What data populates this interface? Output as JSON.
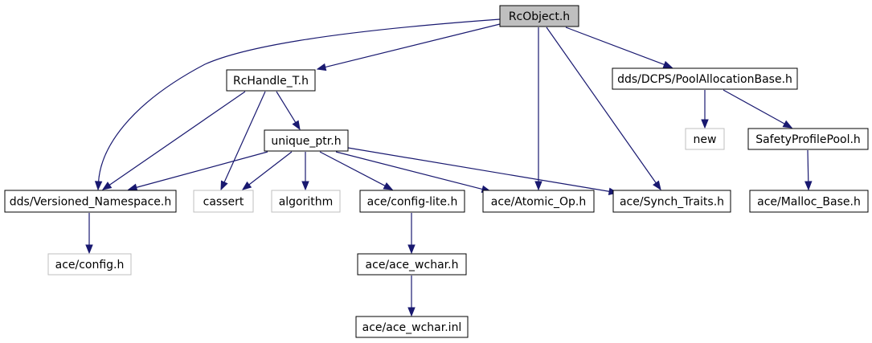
{
  "graph": {
    "nodes": [
      {
        "id": "rcobject",
        "label": "RcObject.h",
        "kind": "root"
      },
      {
        "id": "rchandle",
        "label": "RcHandle_T.h",
        "kind": "documented"
      },
      {
        "id": "poolalloc",
        "label": "dds/DCPS/PoolAllocationBase.h",
        "kind": "documented"
      },
      {
        "id": "uniqueptr",
        "label": "unique_ptr.h",
        "kind": "documented"
      },
      {
        "id": "new",
        "label": "new",
        "kind": "external"
      },
      {
        "id": "safetypool",
        "label": "SafetyProfilePool.h",
        "kind": "documented"
      },
      {
        "id": "versioned",
        "label": "dds/Versioned_Namespace.h",
        "kind": "documented"
      },
      {
        "id": "cassert",
        "label": "cassert",
        "kind": "external"
      },
      {
        "id": "algorithm",
        "label": "algorithm",
        "kind": "external"
      },
      {
        "id": "configlite",
        "label": "ace/config-lite.h",
        "kind": "documented"
      },
      {
        "id": "atomicop",
        "label": "ace/Atomic_Op.h",
        "kind": "documented"
      },
      {
        "id": "synchtraits",
        "label": "ace/Synch_Traits.h",
        "kind": "documented"
      },
      {
        "id": "mallocbase",
        "label": "ace/Malloc_Base.h",
        "kind": "documented"
      },
      {
        "id": "aceconfig",
        "label": "ace/config.h",
        "kind": "external"
      },
      {
        "id": "acewchar",
        "label": "ace/ace_wchar.h",
        "kind": "documented"
      },
      {
        "id": "acewcharinl",
        "label": "ace/ace_wchar.inl",
        "kind": "documented"
      }
    ],
    "edges": [
      {
        "from": "rcobject",
        "to": "rchandle"
      },
      {
        "from": "rcobject",
        "to": "versioned"
      },
      {
        "from": "rcobject",
        "to": "atomicop"
      },
      {
        "from": "rcobject",
        "to": "synchtraits"
      },
      {
        "from": "rcobject",
        "to": "poolalloc"
      },
      {
        "from": "rchandle",
        "to": "uniqueptr"
      },
      {
        "from": "rchandle",
        "to": "versioned"
      },
      {
        "from": "rchandle",
        "to": "cassert"
      },
      {
        "from": "uniqueptr",
        "to": "versioned"
      },
      {
        "from": "uniqueptr",
        "to": "cassert"
      },
      {
        "from": "uniqueptr",
        "to": "algorithm"
      },
      {
        "from": "uniqueptr",
        "to": "configlite"
      },
      {
        "from": "uniqueptr",
        "to": "atomicop"
      },
      {
        "from": "uniqueptr",
        "to": "synchtraits"
      },
      {
        "from": "poolalloc",
        "to": "new"
      },
      {
        "from": "poolalloc",
        "to": "safetypool"
      },
      {
        "from": "safetypool",
        "to": "mallocbase"
      },
      {
        "from": "versioned",
        "to": "aceconfig"
      },
      {
        "from": "configlite",
        "to": "acewchar"
      },
      {
        "from": "acewchar",
        "to": "acewcharinl"
      }
    ]
  },
  "colors": {
    "edge": "#191970",
    "border": "#000000",
    "external_border": "#bfbfbf",
    "root_fill": "#bfbfbf",
    "node_fill": "#ffffff",
    "text": "#000000",
    "external_text": "#000000"
  }
}
